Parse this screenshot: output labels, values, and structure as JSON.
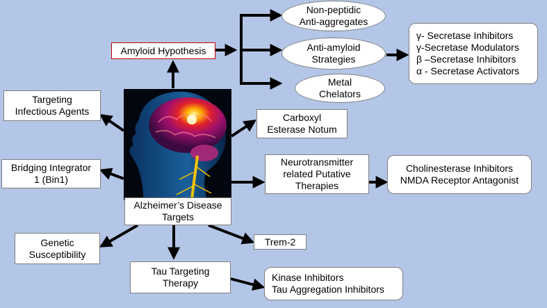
{
  "center": {
    "label": "Alzheimer’s Disease\nTargets"
  },
  "nodes": {
    "amyloid_hypothesis": "Amyloid Hypothesis",
    "non_peptidic": "Non-peptidic\nAnti-aggregates",
    "anti_amyloid": "Anti-amyloid\nStrategies",
    "metal_chelators": "Metal\nChelators",
    "secretase_list": "γ- Secretase Inhibitors\nγ-Secretase Modulators\nβ –Secretase Inhibitors\nα - Secretase Activators",
    "infectious_agents": "Targeting\nInfectious Agents",
    "carboxyl_esterase": "Carboxyl\nEsterase Notum",
    "bin1": "Bridging Integrator\n1 (Bin1)",
    "neurotransmitter": "Neurotransmitter\nrelated Putative\nTherapies",
    "cholinesterase": "Cholinesterase Inhibitors\nNMDA Receptor Antagonist",
    "genetic": "Genetic\nSusceptibility",
    "trem2": "Trem-2",
    "tau_therapy": "Tau Targeting\nTherapy",
    "kinase": "Kinase Inhibitors\nTau Aggregation Inhibitors"
  },
  "colors": {
    "background": "#b4c6e7",
    "box_fill": "#ffffff",
    "box_border": "#7f7f7f",
    "amyloid_border": "#c00000",
    "arrow": "#000000"
  }
}
